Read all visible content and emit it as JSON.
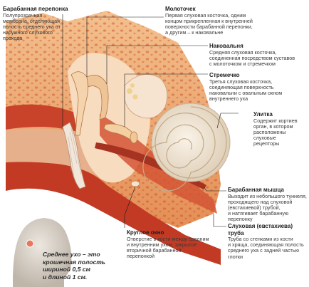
{
  "labels": {
    "eardrum": {
      "title": "Барабанная перепонка",
      "text": "Полупрозрачная\nмембрана, отделяющая\nполость среднего уха от\nнаружного слухового\nпрохода"
    },
    "malleus": {
      "title": "Молоточек",
      "text": "Первая слуховая косточка, одним\nконцом прикрепленная к внутренней\nповерхности барабанной перепонки,\nа другим – к наковальне"
    },
    "incus": {
      "title": "Наковальня",
      "text": "Средняя слуховая косточка,\nсоединенная посредством суставов\nс молоточком и стремечком"
    },
    "stapes": {
      "title": "Стремечко",
      "text": "Третья слуховая косточка,\nсоединяющая поверхность\nнаковальни с овальным окном\nвнутреннего уха"
    },
    "cochlea": {
      "title": "Улитка",
      "text": "Содержит кортиев\nорган, в котором\nрасположены\nслуховые\nрецепторы"
    },
    "tympanic_muscle": {
      "title": "Барабанная мышца",
      "text": "Выходит из небольшого туннеля,\nпроходящего над слуховой\n(евстахиевой) трубой,\nи натягивает барабанную\nперепонку"
    },
    "eustachian_tube": {
      "title": "Слуховая (евстахиева) труба",
      "text": "Труба со стенками из кости\nи хряща, соединяющая полость\nсреднего уха с задней частью\nглотки"
    },
    "round_window": {
      "title": "Круглое окно",
      "text": "Отверстие в кости между средним\nи внутренним ухом, закрытое\nвторичной барабанной\nперепонкой"
    }
  },
  "note": "Среднее ухо – это\nкрошечная полость\nшириной 0,5 см\nи длиной 1 см.",
  "colors": {
    "bone": "#e9a46b",
    "bone_light": "#f6c99c",
    "flesh": "#d95a3a",
    "flesh_dark": "#b5371f",
    "cavity": "#fbe3c9",
    "cochlea": "#efe2cf",
    "head": "#d9d2c8",
    "leader": "#1a1a1a"
  },
  "icons": [
    "head-silhouette-icon"
  ]
}
